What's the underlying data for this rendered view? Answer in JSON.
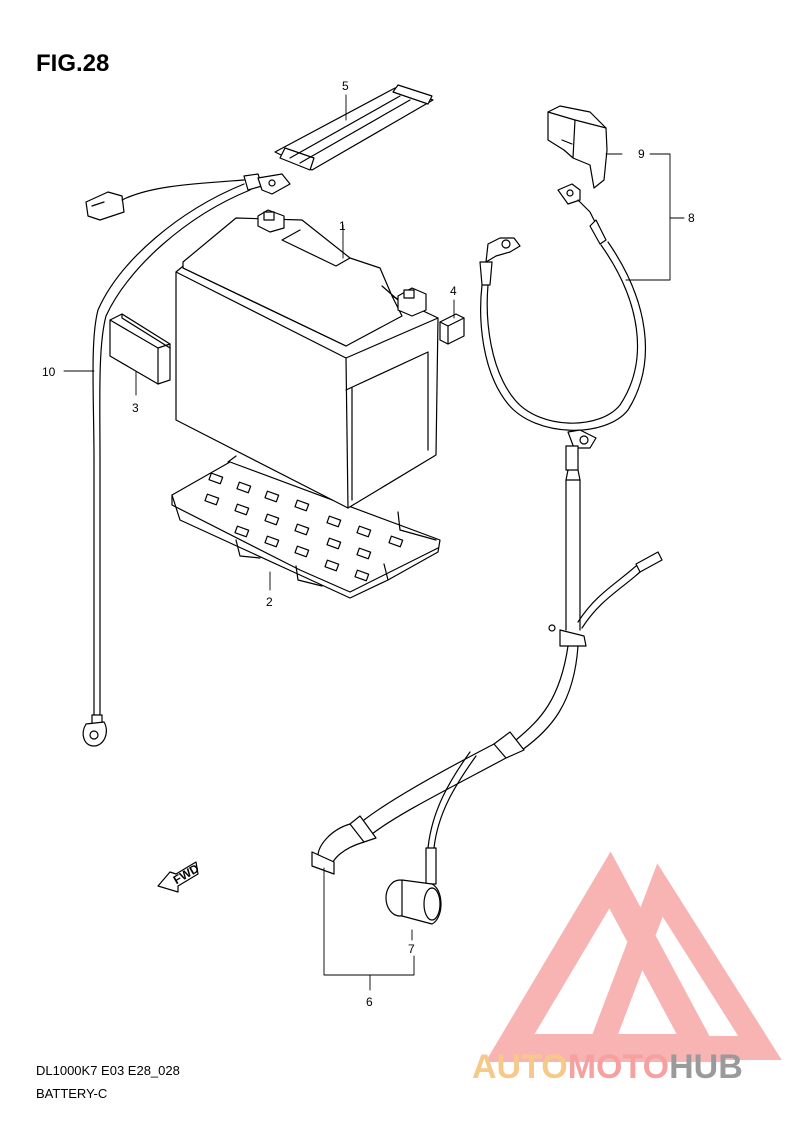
{
  "figure": {
    "title": "FIG.28"
  },
  "callouts": {
    "c1": "1",
    "c2": "2",
    "c3": "3",
    "c4": "4",
    "c5": "5",
    "c6": "6",
    "c7": "7",
    "c8": "8",
    "c9": "9",
    "c10": "10"
  },
  "fwd_label": "FWD",
  "footer": {
    "model_code": "DL1000K7 E03 E28_028",
    "section": "BATTERY-C"
  },
  "watermark": {
    "part1": "AUTO",
    "part2": "MOTO",
    "part3": "HUB",
    "colors": {
      "part1": "#f6c98a",
      "part2": "#f6a0a0",
      "part3": "#9a9a9a",
      "logo": "#f7a6a6"
    }
  }
}
